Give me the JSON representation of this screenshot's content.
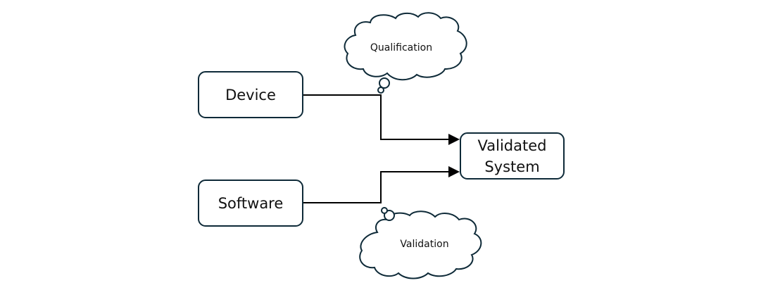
{
  "diagram": {
    "nodes": {
      "device": "Device",
      "software": "Software",
      "validated_system_line1": "Validated",
      "validated_system_line2": "System"
    },
    "callouts": {
      "qualification": "Qualification",
      "validation": "Validation"
    },
    "edges": [
      {
        "from": "Device",
        "to": "Validated System",
        "callout": "Qualification"
      },
      {
        "from": "Software",
        "to": "Validated System",
        "callout": "Validation"
      }
    ],
    "colors": {
      "box_border": "#0e2a38",
      "connector": "#000000",
      "cloud_stroke": "#0e2a38"
    }
  }
}
